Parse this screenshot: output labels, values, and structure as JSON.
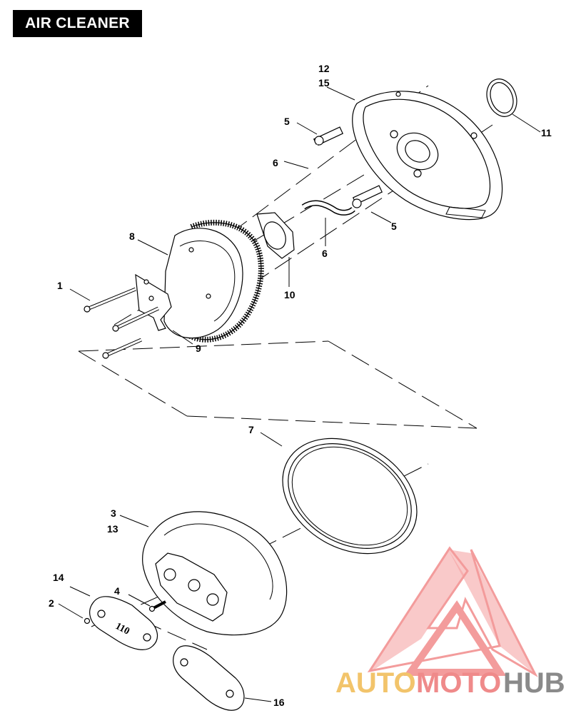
{
  "title": "AIR CLEANER",
  "callouts": {
    "c1": "1",
    "c2": "2",
    "c3": "3",
    "c4": "4",
    "c5a": "5",
    "c5b": "5",
    "c6a": "6",
    "c6b": "6",
    "c7": "7",
    "c8": "8",
    "c9": "9",
    "c10": "10",
    "c11": "11",
    "c12": "12",
    "c13": "13",
    "c14": "14",
    "c15": "15",
    "c16": "16"
  },
  "cover_badge": "110",
  "watermark": {
    "part1": "AUTO",
    "part2": "MOTO",
    "part3": "HUB",
    "colors": {
      "auto": "#f2c46b",
      "moto": "#ef8a8a",
      "hub": "#8a8a8a",
      "logo": "#f28b8b"
    }
  }
}
